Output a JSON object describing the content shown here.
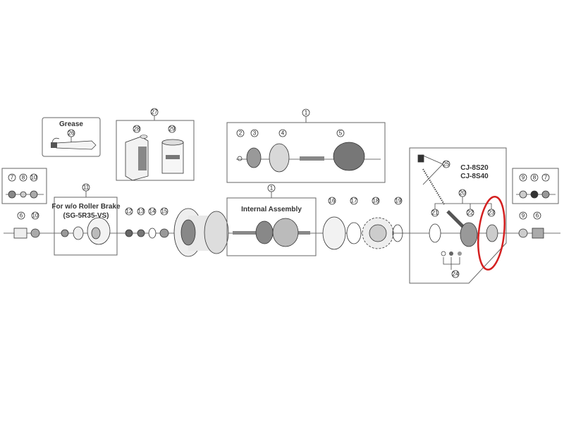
{
  "diagram": {
    "boxes": {
      "grease": {
        "title": "Grease"
      },
      "roller_brake": {
        "title_line1": "For w/o Roller Brake",
        "title_line2": "(SG-5R35-VS)"
      },
      "internal_assembly": {
        "title": "Internal Assembly"
      },
      "cassette_joint": {
        "title_line1": "CJ-8S20",
        "title_line2": "CJ-8S40"
      }
    },
    "callouts": {
      "c1_top": "1",
      "c2": "2",
      "c3": "3",
      "c4": "4",
      "c5": "5",
      "c1_mid": "1",
      "c6_left": "6",
      "c6_right": "6",
      "c7_left": "7",
      "c7_right": "7",
      "c8_left": "8",
      "c8_right": "8",
      "c9_top": "9",
      "c9_bottom": "9",
      "c10_top": "10",
      "c10_bottom": "10",
      "c11": "11",
      "c12": "12",
      "c13": "13",
      "c14": "14",
      "c15": "15",
      "c16": "16",
      "c17": "17",
      "c18": "18",
      "c19": "19",
      "c20": "20",
      "c21": "21",
      "c22": "22",
      "c23": "23",
      "c24": "24",
      "c25": "25",
      "c26": "26",
      "c27": "27",
      "c28": "28",
      "c29": "29"
    },
    "highlight": {
      "target_part": "23",
      "color": "#d42020"
    }
  }
}
